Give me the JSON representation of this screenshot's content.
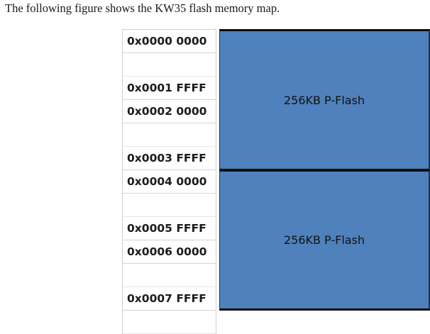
{
  "caption": "The following figure shows the KW35 flash memory map.",
  "figure": {
    "title": "KW35 flash memory map",
    "address_column": {
      "rows": [
        {
          "label": "0x0000 0000",
          "empty": false
        },
        {
          "label": "",
          "empty": true
        },
        {
          "label": "0x0001 FFFF",
          "empty": false
        },
        {
          "label": "0x0002 0000",
          "empty": false
        },
        {
          "label": "",
          "empty": true
        },
        {
          "label": "0x0003 FFFF",
          "empty": false
        },
        {
          "label": "0x0004 0000",
          "empty": false
        },
        {
          "label": "",
          "empty": true
        },
        {
          "label": "0x0005 FFFF",
          "empty": false
        },
        {
          "label": "0x0006 0000",
          "empty": false
        },
        {
          "label": "",
          "empty": true
        },
        {
          "label": "0x0007 FFFF",
          "empty": false
        },
        {
          "label": "",
          "empty": true
        }
      ]
    },
    "blocks": [
      {
        "label": "256KB P-Flash"
      },
      {
        "label": "256KB P-Flash"
      }
    ],
    "colors": {
      "block_fill": "#4F81BD",
      "block_border": "#0d0d0d",
      "grid_line": "#d4d4d4",
      "text": "#1c1c1c"
    }
  }
}
